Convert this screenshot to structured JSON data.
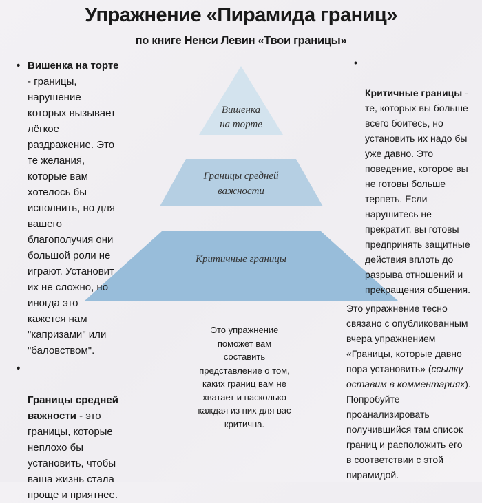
{
  "header": {
    "title": "Упражнение «Пирамида границ»",
    "subtitle": "по книге Ненси Левин «Твои границы»"
  },
  "pyramid": {
    "top_label": "Вишенка\nна торте",
    "middle_label": "Границы средней\nважности",
    "bottom_label": "Критичные границы",
    "colors": {
      "top": "#d3e3ee",
      "middle": "#b5cfe3",
      "bottom": "#98bdda"
    }
  },
  "left": {
    "bullets": [
      {
        "term": "Вишенка на торте",
        "body": "- границы,\nнарушение\nкоторых вызывает\nлёгкое\nраздражение. Это\nте желания,\nкоторые вам\nхотелось бы\nисполнить, но для\nвашего\nблагополучия они\nбольшой роли не\nиграют. Установит\nих не сложно, но\nиногда это\nкажется нам\n\"капризами\" или\n\"баловством\"."
      },
      {
        "term": "Границы средней\nважности",
        "body": " - это\nграницы, которые\nнеплохо бы\nустановить, чтобы\nваша жизнь стала\nпроще и приятнее."
      }
    ]
  },
  "right": {
    "bullet": {
      "term": "Критичные границы",
      "body": " -\nте, которых вы больше\nвсего боитесь, но\nустановить их надо бы\nуже давно. Это\nповедение, которое вы\nне готовы больше\nтерпеть. Если\nнарушитесь не\nпрекратит, вы готовы\nпредпринять защитные\nдействия вплоть до\nразрыва отношений и\nпрекращения общения."
    },
    "note_part1": "Это упражнение тесно\nсвязано с опубликованным\nвчера упражнением\n«Границы, которые давно\nпора установить» (",
    "note_italic": "ссылку\nоставим в комментариях",
    "note_part2": ").\nПопробуйте\nпроанализировать\nполучившийся там список\nграниц и расположить его\nв соответствии с этой\nпирамидой."
  },
  "center": {
    "note": "Это упражнение\nпоможет вам\nсоставить\nпредставление о том,\nкаких границ вам не\nхватает и насколько\nкаждая из них для вас\nкритична."
  }
}
